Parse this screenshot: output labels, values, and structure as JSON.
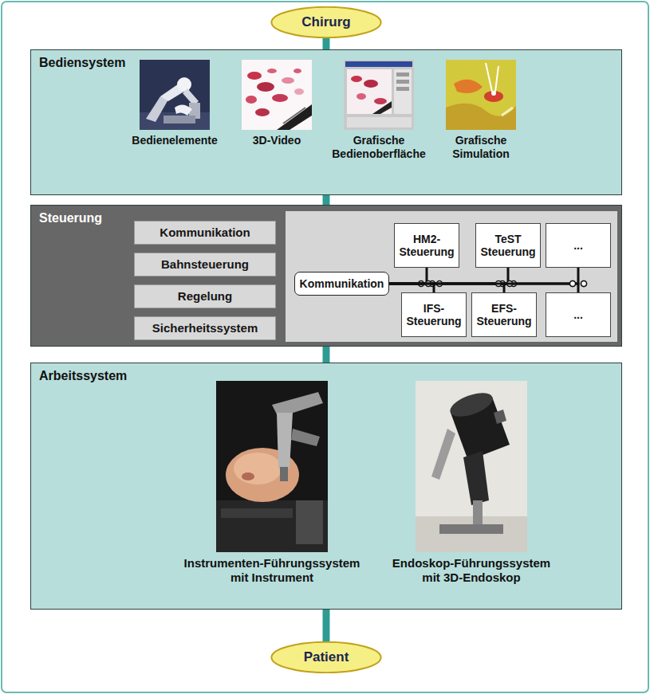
{
  "diagram": {
    "nodes": [
      {
        "text": [
          "Chirurg"
        ]
      },
      {
        "text": [
          "Bediensystem"
        ]
      },
      {
        "text": [
          "Bedienelemente"
        ],
        "in": 1
      },
      {
        "text": [
          "3D-Video"
        ],
        "in": 1
      },
      {
        "text": [
          "Grafische Bedienoberfläche"
        ],
        "in": 1
      },
      {
        "text": [
          "Grafische Simulation"
        ],
        "in": 1
      },
      {
        "text": [
          "Steuerung"
        ]
      },
      {
        "text": [
          "Kommunikation"
        ],
        "in": 6
      },
      {
        "text": [
          "Bahnsteuerung"
        ],
        "in": 6
      },
      {
        "text": [
          "Regelung"
        ],
        "in": 6
      },
      {
        "text": [
          "Sicherheitssystem"
        ],
        "in": 6
      },
      {
        "text": [
          "Kommunikation"
        ],
        "in": 6
      },
      {
        "text": [
          "HM2-Steuerung"
        ],
        "in": 6
      },
      {
        "text": [
          "TeST Steuerung"
        ],
        "in": 6
      },
      {
        "text": [
          "..."
        ],
        "in": 6
      },
      {
        "text": [
          "IFS-Steuerung"
        ],
        "in": 6
      },
      {
        "text": [
          "EFS-Steuerung"
        ],
        "in": 6
      },
      {
        "text": [
          "..."
        ],
        "in": 6
      },
      {
        "text": [
          "Arbeitssystem"
        ]
      },
      {
        "text": [
          "Instrumenten-Führungssystem mit Instrument"
        ],
        "in": 18
      },
      {
        "text": [
          "Endoskop-Führungssystem mit 3D-Endoskop"
        ],
        "in": 18
      },
      {
        "text": [
          "Patient"
        ]
      }
    ],
    "edges": [
      {
        "from": 0,
        "to": 1,
        "arrow": "none"
      },
      {
        "from": 1,
        "to": 6,
        "arrow": "none"
      },
      {
        "from": 6,
        "to": 18,
        "arrow": "none"
      },
      {
        "from": 18,
        "to": 21,
        "arrow": "none"
      },
      {
        "from": 11,
        "to": 12,
        "arrow": "none"
      },
      {
        "from": 11,
        "to": 13,
        "arrow": "none"
      },
      {
        "from": 11,
        "to": 14,
        "arrow": "none"
      },
      {
        "from": 11,
        "to": 15,
        "arrow": "none"
      },
      {
        "from": 11,
        "to": 16,
        "arrow": "none"
      },
      {
        "from": 11,
        "to": 17,
        "arrow": "none"
      }
    ]
  }
}
